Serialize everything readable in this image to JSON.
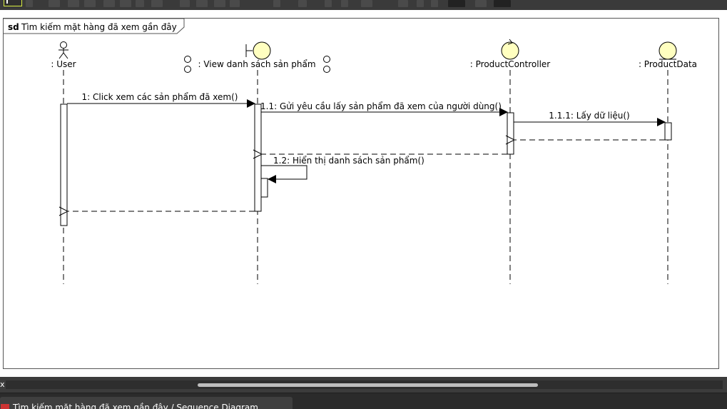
{
  "diagram": {
    "frame_keyword": "sd",
    "frame_title": "Tìm kiếm mặt hàng đã xem gần đây",
    "lifelines": [
      {
        "id": "user",
        "kind": "actor",
        "label": ": User"
      },
      {
        "id": "view",
        "kind": "boundary",
        "label": ": View danh sách sản phẩm"
      },
      {
        "id": "controller",
        "kind": "control",
        "label": ": ProductController"
      },
      {
        "id": "data",
        "kind": "entity",
        "label": ": ProductData"
      }
    ],
    "messages": [
      {
        "id": "m1",
        "label": "1: Click xem các sản phẩm đã xem()",
        "from": "user",
        "to": "view",
        "type": "sync"
      },
      {
        "id": "m11",
        "label": "1.1: Gửi yêu cầu lấy sản phẩm đã xem của người dùng()",
        "from": "view",
        "to": "controller",
        "type": "sync"
      },
      {
        "id": "m111",
        "label": "1.1.1: Lấy dữ liệu()",
        "from": "controller",
        "to": "data",
        "type": "sync"
      },
      {
        "id": "r111",
        "label": "",
        "from": "data",
        "to": "controller",
        "type": "return"
      },
      {
        "id": "r11",
        "label": "",
        "from": "controller",
        "to": "view",
        "type": "return"
      },
      {
        "id": "m12",
        "label": "1.2: Hiển thị danh sách sản phẩm()",
        "from": "view",
        "to": "view",
        "type": "self"
      },
      {
        "id": "r1",
        "label": "",
        "from": "view",
        "to": "user",
        "type": "return"
      }
    ]
  },
  "scrollbar": {
    "close_glyph": "x"
  },
  "editor_tab": {
    "icon": "sequence-diagram-icon",
    "title": "Tìm kiếm mặt hàng đã xem gần đây / Sequence Diagram"
  },
  "colors": {
    "stereotype_fill": "#ffffc0",
    "active_tool": "#d8ec40",
    "tab_icon": "#cc3333"
  }
}
